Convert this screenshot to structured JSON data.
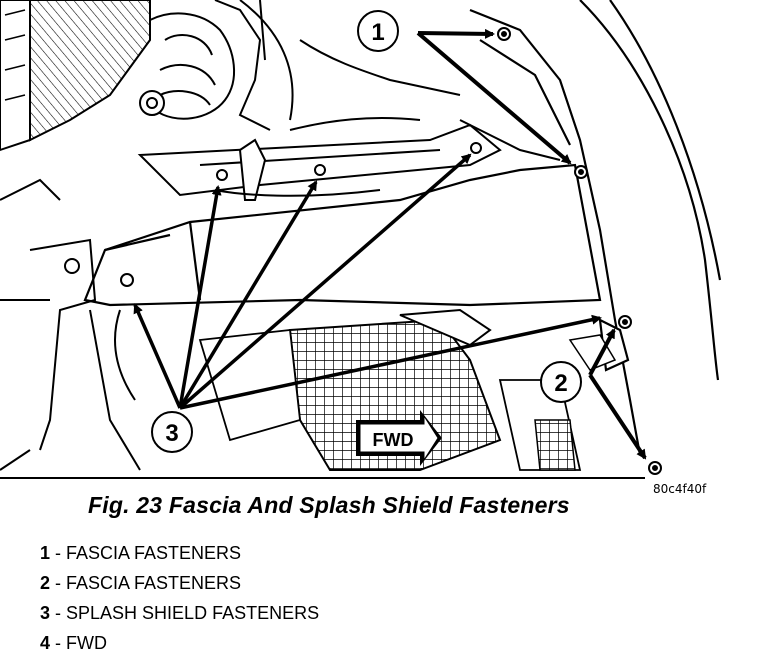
{
  "figure": {
    "callouts": [
      "1",
      "2",
      "3"
    ],
    "fwd_label": "FWD",
    "figure_code": "80c4f40f"
  },
  "caption": "Fig. 23 Fascia And Splash Shield Fasteners",
  "legend": [
    {
      "num": "1",
      "text": " - FASCIA FASTENERS"
    },
    {
      "num": "2",
      "text": " - FASCIA FASTENERS"
    },
    {
      "num": "3",
      "text": " - SPLASH SHIELD FASTENERS"
    },
    {
      "num": "4",
      "text": " - FWD"
    }
  ]
}
